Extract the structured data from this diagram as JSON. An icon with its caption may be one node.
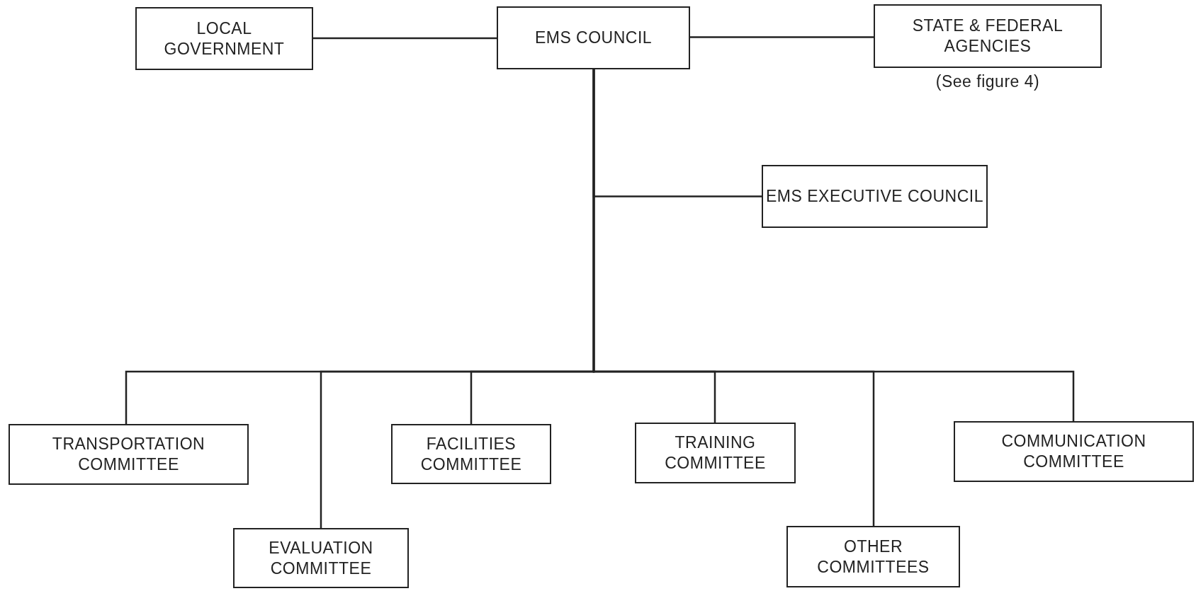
{
  "diagram": {
    "nodes": [
      {
        "text": [
          "LOCAL GOVERNMENT"
        ]
      },
      {
        "text": [
          "EMS COUNCIL"
        ]
      },
      {
        "text": [
          "STATE & FEDERAL AGENCIES"
        ],
        "beside": [
          "(See figure 4)"
        ]
      },
      {
        "text": [
          "EMS EXECUTIVE COUNCIL"
        ]
      },
      {
        "text": [
          "TRANSPORTATION COMMITTEE"
        ]
      },
      {
        "text": [
          "EVALUATION COMMITTEE"
        ]
      },
      {
        "text": [
          "FACILITIES COMMITTEE"
        ]
      },
      {
        "text": [
          "TRAINING COMMITTEE"
        ]
      },
      {
        "text": [
          "OTHER COMMITTEES"
        ]
      },
      {
        "text": [
          "COMMUNICATION COMMITTEE"
        ]
      }
    ],
    "edges": [
      {
        "from": 0,
        "to": 1,
        "arrow": "none"
      },
      {
        "from": 1,
        "to": 2,
        "arrow": "none"
      },
      {
        "from": 1,
        "to": 3,
        "arrow": "none"
      },
      {
        "from": 1,
        "to": 4,
        "arrow": "none"
      },
      {
        "from": 1,
        "to": 5,
        "arrow": "none"
      },
      {
        "from": 1,
        "to": 6,
        "arrow": "none"
      },
      {
        "from": 1,
        "to": 7,
        "arrow": "none"
      },
      {
        "from": 1,
        "to": 8,
        "arrow": "none"
      },
      {
        "from": 1,
        "to": 9,
        "arrow": "none"
      }
    ]
  }
}
